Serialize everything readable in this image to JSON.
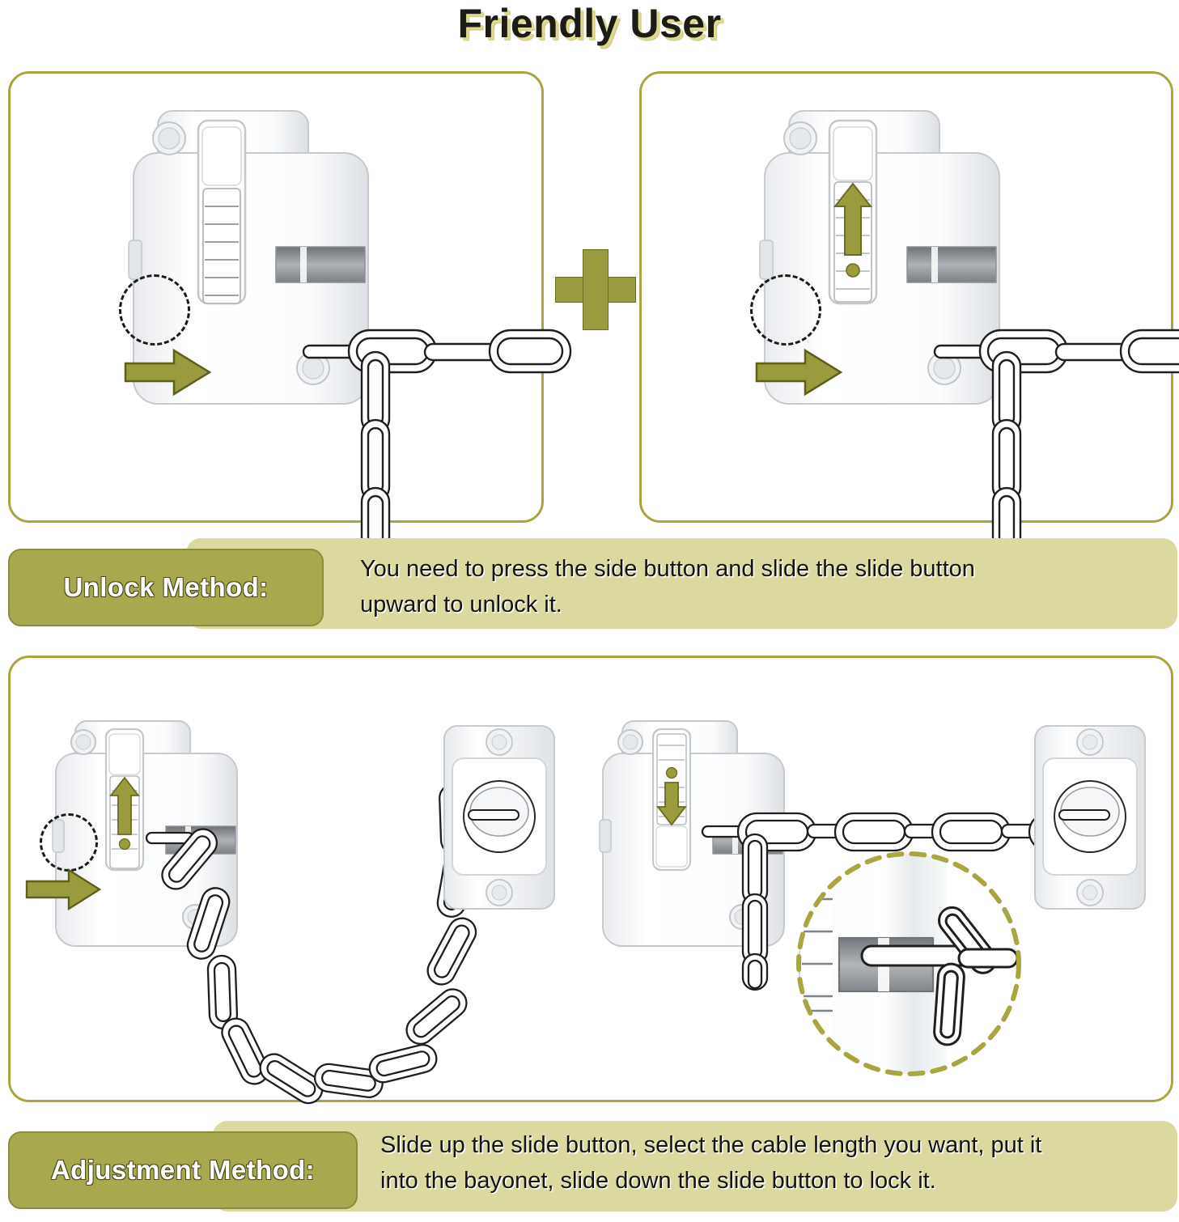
{
  "title": "Friendly User",
  "panels": {
    "top_left": {
      "name": "unlock-step-press-side-button",
      "icons": {
        "side_button_highlight": "dashed-circle-icon",
        "press_arrow": "right-arrow-icon"
      }
    },
    "top_right": {
      "name": "unlock-step-slide-up",
      "icons": {
        "side_button_highlight": "dashed-circle-icon",
        "press_arrow": "right-arrow-icon",
        "slider_arrow": "up-arrow-icon"
      }
    },
    "bottom": {
      "name": "adjustment-steps",
      "icons": {
        "slider_arrow_left": "up-arrow-icon",
        "slider_arrow_right": "down-arrow-icon",
        "detail_zoom": "magnifier-inset-icon"
      }
    }
  },
  "operator": {
    "plus_symbol": "plus-icon"
  },
  "captions": [
    {
      "label": "Unlock Method:",
      "text": "You need to press the side button and slide the slide button\nupward to unlock it."
    },
    {
      "label": "Adjustment Method:",
      "text": "Slide up the slide button, select the cable length you want, put it\ninto the bayonet, slide down the slide button to lock it."
    }
  ],
  "colors": {
    "olive_dark": "#9a9a3f",
    "olive_badge": "#a8a84e",
    "olive_light": "#dcd9a0",
    "panel_border": "#a9a53f",
    "title_text": "#1c1c14",
    "title_shadow": "#ded98f",
    "device_body": "#ffffff",
    "device_outline": "#b9bcc0",
    "chain_outline": "#222222"
  }
}
